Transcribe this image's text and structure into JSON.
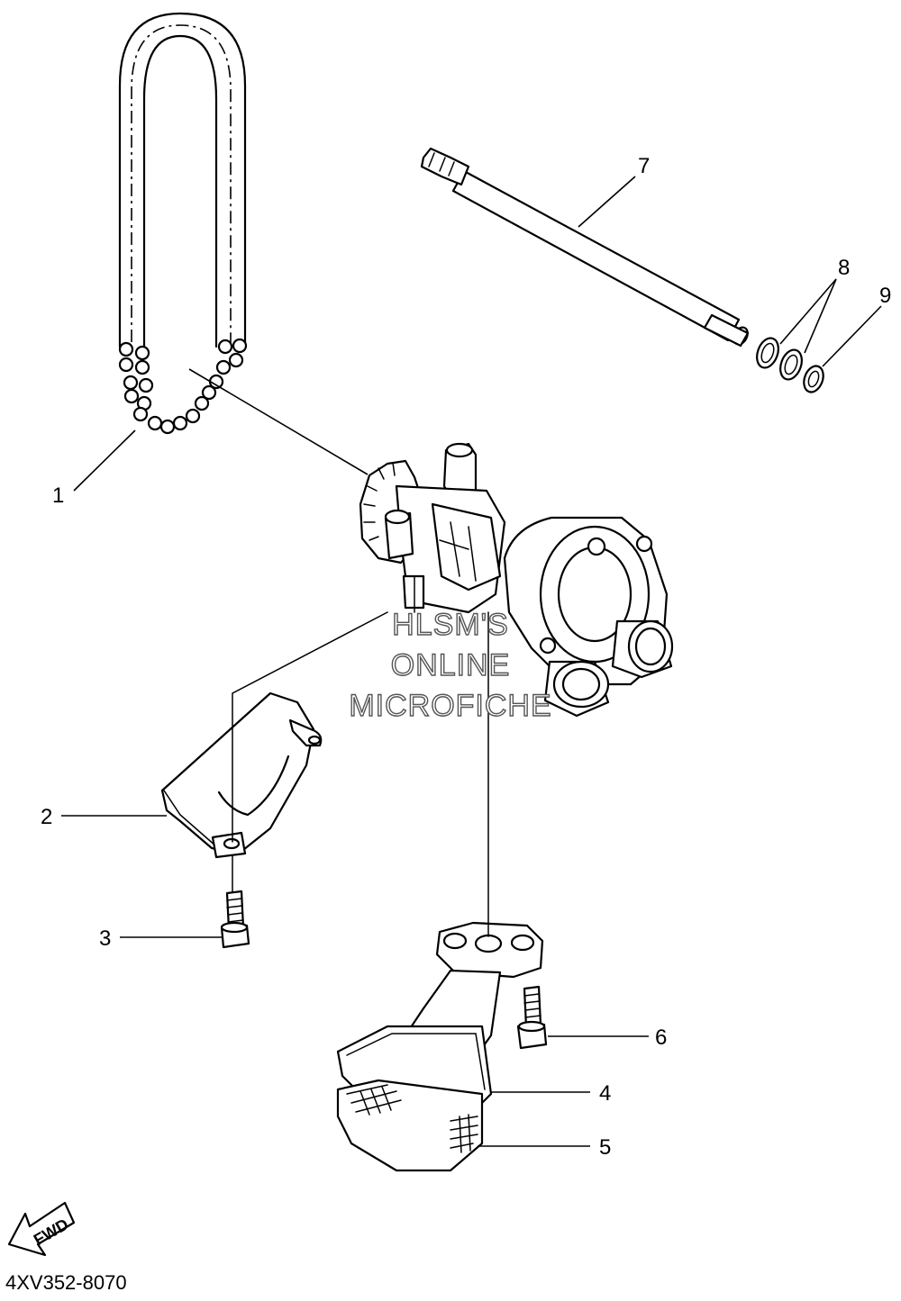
{
  "diagram_code": "4XV352-8070",
  "watermark": {
    "line1": "HLSM'S",
    "line2": "ONLINE",
    "line3": "MICROFICHE"
  },
  "fwd_label": "FWD",
  "callouts": [
    {
      "id": "1",
      "label": "1"
    },
    {
      "id": "2",
      "label": "2"
    },
    {
      "id": "3",
      "label": "3"
    },
    {
      "id": "4",
      "label": "4"
    },
    {
      "id": "5",
      "label": "5"
    },
    {
      "id": "6",
      "label": "6"
    },
    {
      "id": "7",
      "label": "7"
    },
    {
      "id": "8",
      "label": "8"
    },
    {
      "id": "9",
      "label": "9"
    }
  ]
}
